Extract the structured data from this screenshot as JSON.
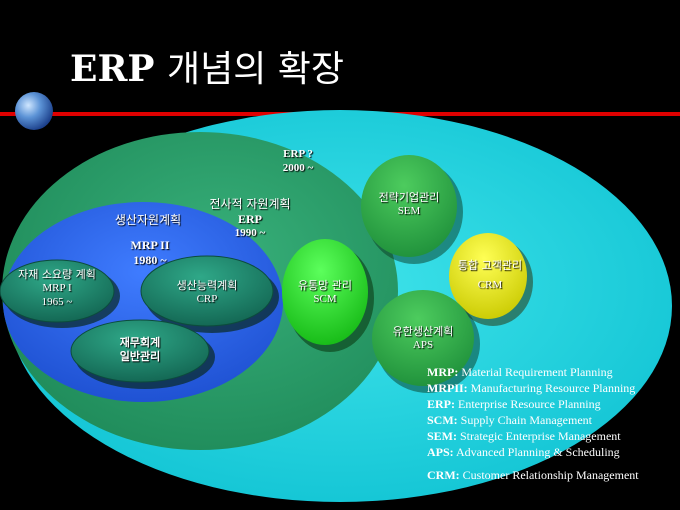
{
  "title": {
    "latin": "ERP",
    "korean": "개념의 확장"
  },
  "nodes": {
    "erp_future": {
      "name": "ERP ?",
      "era": "2000 ~"
    },
    "erp": {
      "korean": "전사적 자원계획",
      "name": "ERP",
      "era": "1990 ~"
    },
    "mrp2": {
      "korean": "생산자원계획",
      "name": "MRP II",
      "era": "1980 ~"
    },
    "mrp1": {
      "korean": "자재 소요량 계획",
      "name": "MRP I",
      "era": "1965 ~"
    },
    "crp": {
      "korean": "생산능력계획",
      "name": "CRP"
    },
    "finance": {
      "line1": "재무회계",
      "line2": "일반관리"
    },
    "scm": {
      "korean": "유통망 관리",
      "name": "SCM"
    },
    "sem": {
      "korean": "전략기업관리",
      "name": "SEM"
    },
    "crm": {
      "korean": "통합 고객관리",
      "name": "CRM"
    },
    "aps": {
      "korean": "유한생산계획",
      "name": "APS"
    }
  },
  "legend": [
    {
      "abbr": "MRP:",
      "text": " Material Requirement Planning"
    },
    {
      "abbr": "MRPII:",
      "text": " Manufacturing Resource Planning"
    },
    {
      "abbr": "ERP:",
      "text": " Enterprise Resource Planning"
    },
    {
      "abbr": "SCM:",
      "text": " Supply Chain Management"
    },
    {
      "abbr": "SEM:",
      "text": " Strategic Enterprise Management"
    },
    {
      "abbr": "APS:",
      "text": " Advanced Planning & Scheduling"
    },
    {
      "abbr": "CRM:",
      "text": " Customer Relationship Management"
    }
  ],
  "colors": {
    "background": "#000000",
    "rule": "#e00000",
    "outer": "#1ed2e0",
    "erp_ring": "#2a9e6a",
    "mrp2_blue": "#2b63e8",
    "teal_nodes": "#1c7f66",
    "scm_green": "#22d422",
    "sem_aps_green": "#2aa84a",
    "crm_yellow": "#e8e800"
  }
}
